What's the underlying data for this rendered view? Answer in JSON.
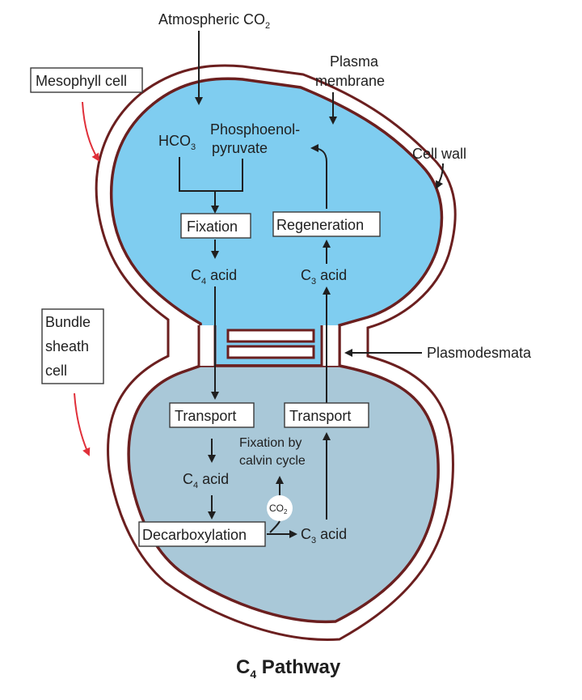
{
  "diagram": {
    "external_labels": {
      "atmospheric_co2": "Atmospheric CO",
      "atmospheric_co2_sub": "2",
      "mesophyll_cell": "Mesophyll cell",
      "bundle_sheath_line1": "Bundle",
      "bundle_sheath_line2": "sheath",
      "bundle_sheath_line3": "cell",
      "plasma_membrane_line1": "Plasma",
      "plasma_membrane_line2": "membrane",
      "cell_wall": "Cell wall",
      "plasmodesmata": "Plasmodesmata"
    },
    "mesophyll": {
      "hco3": "HCO",
      "hco3_sub": "3",
      "pep_line1": "Phosphoenol-",
      "pep_line2": "pyruvate",
      "fixation": "Fixation",
      "regeneration": "Regeneration",
      "c4_acid_prefix": "C",
      "c4_acid_sub": "4",
      "c4_acid_suffix": " acid",
      "c3_acid_prefix": "C",
      "c3_acid_sub": "3",
      "c3_acid_suffix": " acid"
    },
    "bundle_sheath": {
      "transport_left": "Transport",
      "transport_right": "Transport",
      "calvin_line1": "Fixation by",
      "calvin_line2": "calvin cycle",
      "c4_acid_prefix": "C",
      "c4_acid_sub": "4",
      "c4_acid_suffix": " acid",
      "co2": "CO",
      "co2_sub": "2",
      "decarboxylation": "Decarboxylation",
      "c3_acid_prefix": "C",
      "c3_acid_sub": "3",
      "c3_acid_suffix": " acid"
    },
    "caption_prefix": "C",
    "caption_sub": "4",
    "caption_suffix": " Pathway",
    "colors": {
      "mesophyll_fill": "#7fcdf0",
      "bundle_sheath_fill": "#a9c8d8",
      "membrane": "#6b1f1f",
      "red_arrow": "#e0303a"
    }
  }
}
